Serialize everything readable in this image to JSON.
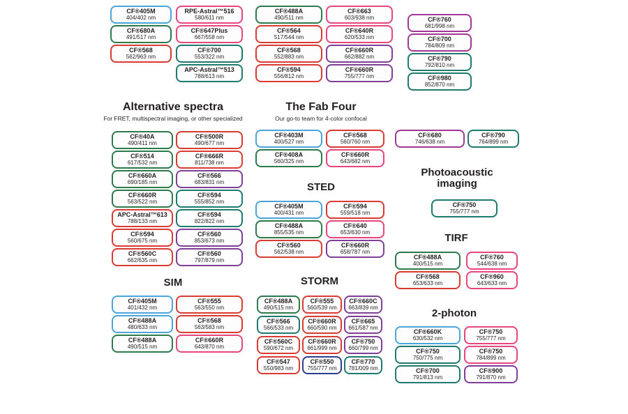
{
  "palette": {
    "blue": "#4aa5db",
    "green": "#2c7a4b",
    "red": "#d93a32",
    "pink": "#e8457f",
    "teal": "#1e7a6f",
    "purple": "#7e3f98",
    "magenta": "#a23795",
    "navy": "#2e3e8f"
  },
  "top_columns": [
    {
      "items": [
        {
          "name": "CF®405M",
          "ex_em": "404/402 nm",
          "color": "blue"
        },
        {
          "name": "CF®680A",
          "ex_em": "491/517 nm",
          "color": "green"
        },
        {
          "name": "CF®568",
          "ex_em": "562/963 nm",
          "color": "red"
        }
      ]
    },
    {
      "items": [
        {
          "name": "RPE-Astral™516",
          "ex_em": "580/611 nm",
          "color": "pink"
        },
        {
          "name": "CF®647Plus",
          "ex_em": "667/558 nm",
          "color": "pink"
        },
        {
          "name": "CF®700",
          "ex_em": "553/322 nm",
          "color": "teal"
        },
        {
          "name": "APC-Astral™513",
          "ex_em": "788/613 nm",
          "color": "teal"
        }
      ]
    },
    {
      "items": [
        {
          "name": "CF®488A",
          "ex_em": "490/511 nm",
          "color": "green"
        },
        {
          "name": "CF®564",
          "ex_em": "517/544 nm",
          "color": "red"
        },
        {
          "name": "CF®568",
          "ex_em": "552/883 nm",
          "color": "red"
        },
        {
          "name": "CF®594",
          "ex_em": "556/812 nm",
          "color": "red"
        }
      ]
    },
    {
      "items": [
        {
          "name": "CF®663",
          "ex_em": "603/938 nm",
          "color": "pink"
        },
        {
          "name": "CF®640R",
          "ex_em": "620/533 nm",
          "color": "pink"
        },
        {
          "name": "CF®660R",
          "ex_em": "662/882 nm",
          "color": "purple"
        },
        {
          "name": "CF®660R",
          "ex_em": "755/777 nm",
          "color": "purple"
        }
      ]
    },
    {
      "items": [
        {
          "name": "CF®760",
          "ex_em": "681/998 nm",
          "color": "magenta"
        },
        {
          "name": "CF®700",
          "ex_em": "784/809 nm",
          "color": "magenta"
        },
        {
          "name": "CF®790",
          "ex_em": "792/810 nm",
          "color": "teal"
        },
        {
          "name": "CF®980",
          "ex_em": "852/870 nm",
          "color": "teal"
        }
      ]
    }
  ],
  "sections": {
    "alternative": {
      "title": "Alternative spectra",
      "subtitle": "For FRET, multispectral imaging, or other specialized",
      "columns": [
        [
          {
            "name": "CF®40A",
            "ex_em": "490/411 nm",
            "color": "green"
          },
          {
            "name": "CF®514",
            "ex_em": "617/532 nm",
            "color": "green"
          },
          {
            "name": "CF®660A",
            "ex_em": "690/185 nm",
            "color": "green"
          },
          {
            "name": "CF®660R",
            "ex_em": "563/522 nm",
            "color": "green"
          },
          {
            "name": "APC-Astral™613",
            "ex_em": "788/133 nm",
            "color": "red"
          },
          {
            "name": "CF®594",
            "ex_em": "560/675 nm",
            "color": "red"
          },
          {
            "name": "CF®560C",
            "ex_em": "662/635 nm",
            "color": "red"
          }
        ],
        [
          {
            "name": "CF®500R",
            "ex_em": "490/677 nm",
            "color": "red"
          },
          {
            "name": "CF®666R",
            "ex_em": "811/738 nm",
            "color": "red"
          },
          {
            "name": "CF®566",
            "ex_em": "683/831 nm",
            "color": "purple"
          },
          {
            "name": "CF®594",
            "ex_em": "555/852 nm",
            "color": "teal"
          },
          {
            "name": "CF®594",
            "ex_em": "822/822 nm",
            "color": "teal"
          },
          {
            "name": "CF®560",
            "ex_em": "853/673 nm",
            "color": "purple"
          },
          {
            "name": "CF®560",
            "ex_em": "797/879 nm",
            "color": "purple"
          }
        ]
      ]
    },
    "fab_four": {
      "title": "The Fab Four",
      "subtitle": "Our go-to team for 4-color confocal",
      "columns": [
        [
          {
            "name": "CF®403M",
            "ex_em": "400/527 nm",
            "color": "blue"
          },
          {
            "name": "CF®408A",
            "ex_em": "560/325 nm",
            "color": "green"
          }
        ],
        [
          {
            "name": "CF®568",
            "ex_em": "560/760 nm",
            "color": "red"
          },
          {
            "name": "CF®660R",
            "ex_em": "643/682 nm",
            "color": "pink"
          }
        ]
      ]
    },
    "sted": {
      "title": "STED",
      "columns": [
        [
          {
            "name": "CF®405M",
            "ex_em": "400/431 nm",
            "color": "blue"
          },
          {
            "name": "CF®488A",
            "ex_em": "855/535 nm",
            "color": "green"
          },
          {
            "name": "CF®560",
            "ex_em": "562/538 nm",
            "color": "red"
          }
        ],
        [
          {
            "name": "CF®594",
            "ex_em": "559/518 nm",
            "color": "red"
          },
          {
            "name": "CF®640",
            "ex_em": "653/630 nm",
            "color": "pink"
          },
          {
            "name": "CF®660R",
            "ex_em": "658/787 nm",
            "color": "purple"
          }
        ]
      ]
    },
    "near_ir": {
      "columns": [
        [
          {
            "name": "CF®680",
            "ex_em": "746/638 nm",
            "color": "magenta"
          }
        ],
        [
          {
            "name": "CF®790",
            "ex_em": "764/899 nm",
            "color": "teal"
          }
        ]
      ]
    },
    "photoacoustic": {
      "title_line1": "Photoacoustic",
      "title_line2": "imaging",
      "items": [
        {
          "name": "CF®750",
          "ex_em": "755/777 nm",
          "color": "teal"
        }
      ]
    },
    "tirf": {
      "title": "TIRF",
      "columns": [
        [
          {
            "name": "CF®488A",
            "ex_em": "400/515 nm",
            "color": "green"
          },
          {
            "name": "CF®568",
            "ex_em": "653/633 nm",
            "color": "red"
          }
        ],
        [
          {
            "name": "CF®760",
            "ex_em": "544/638 nm",
            "color": "pink"
          },
          {
            "name": "CF®960",
            "ex_em": "643/633 nm",
            "color": "pink"
          }
        ]
      ]
    },
    "sim": {
      "title": "SIM",
      "columns": [
        [
          {
            "name": "CF®405M",
            "ex_em": "401/432 nm",
            "color": "blue"
          },
          {
            "name": "CF®488A",
            "ex_em": "480/633 nm",
            "color": "blue"
          },
          {
            "name": "CF®488A",
            "ex_em": "490/515 nm",
            "color": "green"
          }
        ],
        [
          {
            "name": "CF®555",
            "ex_em": "563/550 nm",
            "color": "red"
          },
          {
            "name": "CF®568",
            "ex_em": "563/583 nm",
            "color": "red"
          },
          {
            "name": "CF®660R",
            "ex_em": "643/870 nm",
            "color": "pink"
          }
        ]
      ]
    },
    "storm": {
      "title": "STORM",
      "columns": [
        [
          {
            "name": "CF®488A",
            "ex_em": "490/515 nm",
            "color": "green"
          },
          {
            "name": "CF®566",
            "ex_em": "566/533 nm",
            "color": "teal"
          },
          {
            "name": "CF®560C",
            "ex_em": "590/672 nm",
            "color": "red"
          },
          {
            "name": "CF®547",
            "ex_em": "550/983 nm",
            "color": "red"
          }
        ],
        [
          {
            "name": "CF®555",
            "ex_em": "560/539 nm",
            "color": "red"
          },
          {
            "name": "CF®660R",
            "ex_em": "660/590 nm",
            "color": "red"
          },
          {
            "name": "CF®660R",
            "ex_em": "661/999 nm",
            "color": "red"
          },
          {
            "name": "CF®550",
            "ex_em": "755/777 nm",
            "color": "navy"
          }
        ],
        [
          {
            "name": "CF®660C",
            "ex_em": "663/839 nm",
            "color": "purple"
          },
          {
            "name": "CF®665",
            "ex_em": "661/587 nm",
            "color": "purple"
          },
          {
            "name": "CF®750",
            "ex_em": "660/799 nm",
            "color": "purple"
          },
          {
            "name": "CF®770",
            "ex_em": "781/009 nm",
            "color": "teal"
          }
        ]
      ]
    },
    "two_photon": {
      "title": "2-photon",
      "columns": [
        [
          {
            "name": "CF®660K",
            "ex_em": "630/532 nm",
            "color": "blue"
          },
          {
            "name": "CF®750",
            "ex_em": "750/775 nm",
            "color": "teal"
          },
          {
            "name": "CF®700",
            "ex_em": "791/813 nm",
            "color": "teal"
          }
        ],
        [
          {
            "name": "CF®750",
            "ex_em": "755/777 nm",
            "color": "pink"
          },
          {
            "name": "CF®750",
            "ex_em": "784/899 nm",
            "color": "pink"
          },
          {
            "name": "CF®900",
            "ex_em": "791/870 nm",
            "color": "purple"
          }
        ]
      ]
    }
  }
}
